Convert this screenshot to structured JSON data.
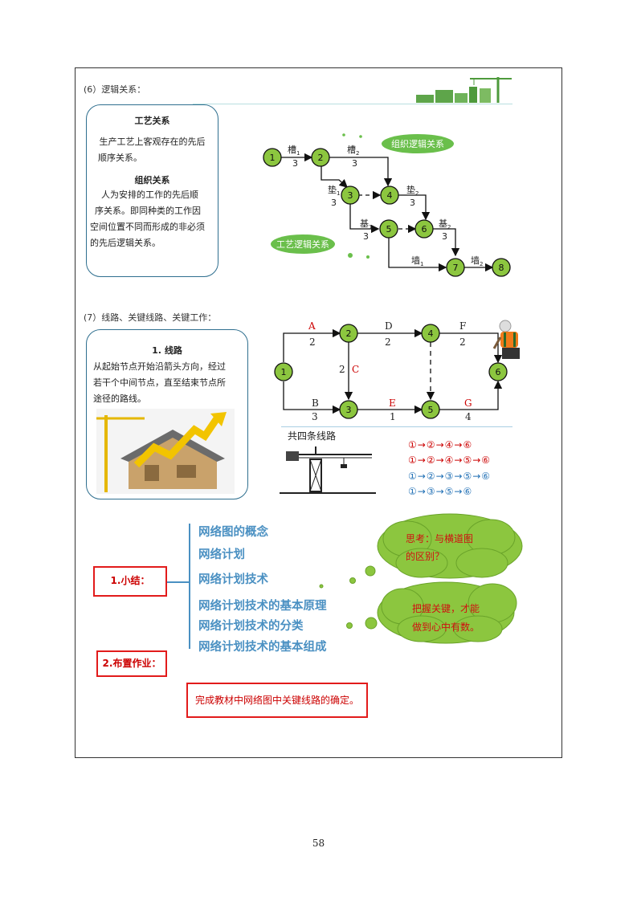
{
  "section6": {
    "title": "(6）逻辑关系："
  },
  "logic_box": {
    "heading1": "工艺关系",
    "text1_l1": "生产工艺上客观存在的先后",
    "text1_l2": "顺序关系。",
    "heading2": "组织关系",
    "text2_l1": "人为安排的工作的先后顺",
    "text2_l2": "序关系。即同种类的工作因",
    "text2_l3": "空间位置不同而形成的非必须",
    "text2_l4": "的先后逻辑关系。"
  },
  "diagram1": {
    "bubble_org": "组织逻辑关系",
    "bubble_tech": "工艺逻辑关系",
    "nodes": [
      "1",
      "2",
      "3",
      "4",
      "5",
      "6",
      "7",
      "8"
    ],
    "activities": [
      {
        "label": "槽",
        "sub": "1",
        "dur": "3"
      },
      {
        "label": "槽",
        "sub": "2",
        "dur": "3"
      },
      {
        "label": "垫",
        "sub": "1",
        "dur": "3"
      },
      {
        "label": "垫",
        "sub": "2",
        "dur": "3"
      },
      {
        "label": "基",
        "sub": "1",
        "dur": "3"
      },
      {
        "label": "基",
        "sub": "2",
        "dur": "3"
      },
      {
        "label": "墙",
        "sub": "1",
        "dur": ""
      },
      {
        "label": "墙",
        "sub": "2",
        "dur": ""
      }
    ]
  },
  "section7": {
    "title": "(7）线路、关键线路、关键工作："
  },
  "route_box": {
    "heading": "1. 线路",
    "l1": "从起始节点开始沿箭头方向，经过",
    "l2": "若干个中间节点，直至结束节点所",
    "l3": "途径的路线。"
  },
  "diagram2": {
    "nodes": [
      "1",
      "2",
      "3",
      "4",
      "5",
      "6"
    ],
    "activities": [
      {
        "label": "A",
        "dur": "2",
        "color": "#cc0000"
      },
      {
        "label": "D",
        "dur": "2",
        "color": "#222222"
      },
      {
        "label": "F",
        "dur": "2",
        "color": "#222222"
      },
      {
        "label": "B",
        "dur": "3",
        "color": "#222222"
      },
      {
        "label": "E",
        "dur": "1",
        "color": "#cc0000"
      },
      {
        "label": "G",
        "dur": "4",
        "color": "#cc0000"
      },
      {
        "label": "C",
        "dur": "2",
        "color": "#cc0000"
      }
    ],
    "routes_title": "共四条线路",
    "routes": [
      {
        "nodes": [
          "1",
          "2",
          "4",
          "6"
        ],
        "color": "#cc0000"
      },
      {
        "nodes": [
          "1",
          "2",
          "4",
          "5",
          "6"
        ],
        "color": "#cc0000"
      },
      {
        "nodes": [
          "1",
          "2",
          "3",
          "5",
          "6"
        ],
        "color": "#1f6fb5"
      },
      {
        "nodes": [
          "1",
          "3",
          "5",
          "6"
        ],
        "color": "#1f6fb5"
      }
    ]
  },
  "summary": {
    "label": "1.小结：",
    "items": [
      "网络图的概念",
      "网络计划",
      "网络计划技术",
      "网络计划技术的基本原理",
      "网络计划技术的分类",
      "网络计划技术的基本组成"
    ]
  },
  "cloud1": {
    "l1": "思考：与横道图",
    "l2": "的区别？"
  },
  "cloud2": {
    "l1": "把握关键，才能",
    "l2": "做到心中有数。"
  },
  "homework": {
    "label": "2.布置作业：",
    "task": "完成教材中网络图中关键线路的确定。"
  },
  "page_number": "58",
  "colors": {
    "node_fill": "#8cc63f",
    "accent_green": "#6abf4b",
    "red": "#e21b1b",
    "blue_text": "#4a90c2"
  }
}
